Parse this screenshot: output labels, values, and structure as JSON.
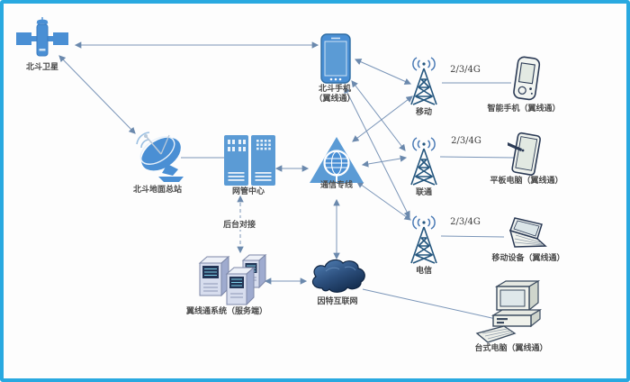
{
  "diagram_type": "network-topology",
  "nodes": {
    "satellite": {
      "label": "北斗卫星",
      "icon": "satellite-icon"
    },
    "ground_station": {
      "label": "北斗地面总站",
      "icon": "satellite-dish-icon"
    },
    "nms": {
      "label": "网管中心",
      "icon": "server-rack-icon"
    },
    "comm_line": {
      "label": "通信专线",
      "icon": "globe-triangle-icon"
    },
    "bd_phone": {
      "line1": "北斗手机",
      "line2": "（翼线通）",
      "icon": "smartphone-icon"
    },
    "tower_mobile": {
      "name": "移动",
      "speed": "2/3/4G",
      "icon": "cell-tower-icon"
    },
    "tower_unicom": {
      "name": "联通",
      "speed": "2/3/4G",
      "icon": "cell-tower-icon"
    },
    "tower_telecom": {
      "name": "电信",
      "speed": "2/3/4G",
      "icon": "cell-tower-icon"
    },
    "smart_phone": {
      "label": "智能手机（翼线通）",
      "icon": "pda-phone-icon"
    },
    "tablet": {
      "label": "平板电脑（翼线通）",
      "icon": "tablet-icon"
    },
    "mobile_device": {
      "label": "移动设备（翼线通）",
      "icon": "laptop-icon"
    },
    "desktop": {
      "label": "台式电脑（翼线通）",
      "icon": "desktop-computer-icon"
    },
    "servers": {
      "label": "翼线通系统（服务端）",
      "icon": "server-towers-icon"
    },
    "internet": {
      "label": "因特互联网",
      "icon": "cloud-icon"
    }
  },
  "edge_labels": {
    "backend_link": "后台对接"
  },
  "colors": {
    "frame_border": "#29a9e0",
    "icon_blue": "#4a8fd4",
    "tower_navy": "#24567e",
    "cloud_dark": "#16304f",
    "connector": "#7a95b8",
    "label_text": "#4a4a4a"
  }
}
